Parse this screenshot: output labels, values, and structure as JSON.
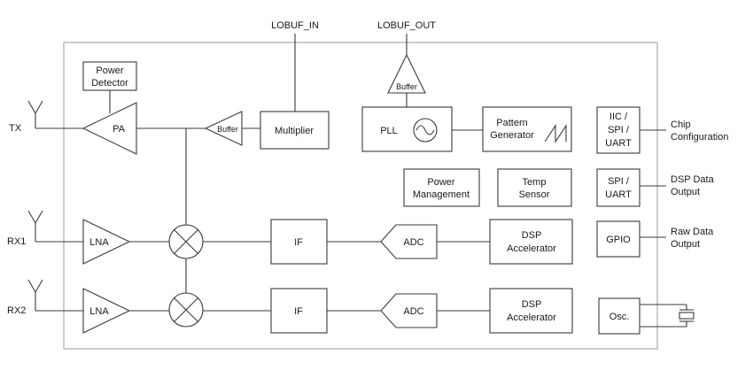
{
  "pins": {
    "lobuf_in": "LOBUF_IN",
    "lobuf_out": "LOBUF_OUT",
    "tx": "TX",
    "rx1": "RX1",
    "rx2": "RX2"
  },
  "blocks": {
    "power_detector": [
      "Power",
      "Detector"
    ],
    "pa": "PA",
    "buffer_tx": "Buffer",
    "multiplier": "Multiplier",
    "buffer_lo": "Buffer",
    "pll": "PLL",
    "pattern_generator": [
      "Pattern",
      "Generator"
    ],
    "power_management": [
      "Power",
      "Management"
    ],
    "temp_sensor": [
      "Temp",
      "Sensor"
    ],
    "lna_rx1": "LNA",
    "lna_rx2": "LNA",
    "if_rx1": "IF",
    "if_rx2": "IF",
    "adc_rx1": "ADC",
    "adc_rx2": "ADC",
    "dsp_rx1": [
      "DSP",
      "Accelerator"
    ],
    "dsp_rx2": [
      "DSP",
      "Accelerator"
    ],
    "iic_spi_uart": [
      "IIC /",
      "SPI /",
      "UART"
    ],
    "spi_uart": [
      "SPI /",
      "UART"
    ],
    "gpio": "GPIO",
    "osc": "Osc."
  },
  "outputs": {
    "chip_configuration": [
      "Chip",
      "Configuration"
    ],
    "dsp_data_output": [
      "DSP Data",
      "Output"
    ],
    "raw_data_output": [
      "Raw Data",
      "Output"
    ]
  }
}
